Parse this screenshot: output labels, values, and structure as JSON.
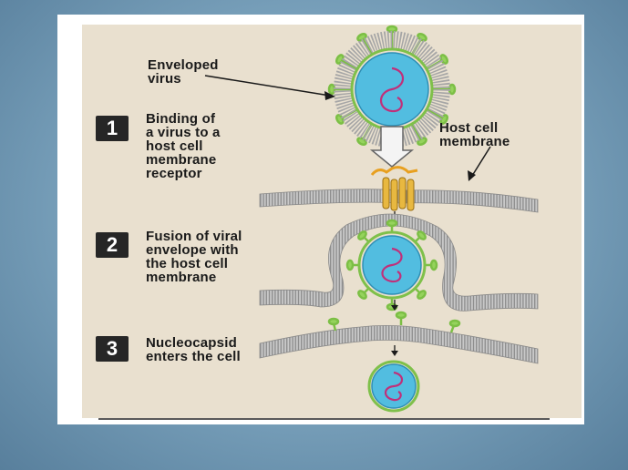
{
  "labels": {
    "enveloped_virus": [
      "Enveloped",
      "virus"
    ],
    "host_cell_membrane": [
      "Host cell",
      "membrane"
    ]
  },
  "steps": [
    {
      "number": "1",
      "lines": [
        "Binding of",
        "a virus to a",
        "host cell",
        "membrane",
        "receptor"
      ]
    },
    {
      "number": "2",
      "lines": [
        "Fusion of viral",
        "envelope with",
        "the host cell",
        "membrane"
      ]
    },
    {
      "number": "3",
      "lines": [
        "Nucleocapsid",
        "enters the cell"
      ]
    }
  ],
  "colors": {
    "membrane": "#a9a9a9",
    "spike": "#8ccb52",
    "capsid_fill": "#4db8dc",
    "genome": "#c0307a",
    "receptor": "#e2b03a"
  }
}
